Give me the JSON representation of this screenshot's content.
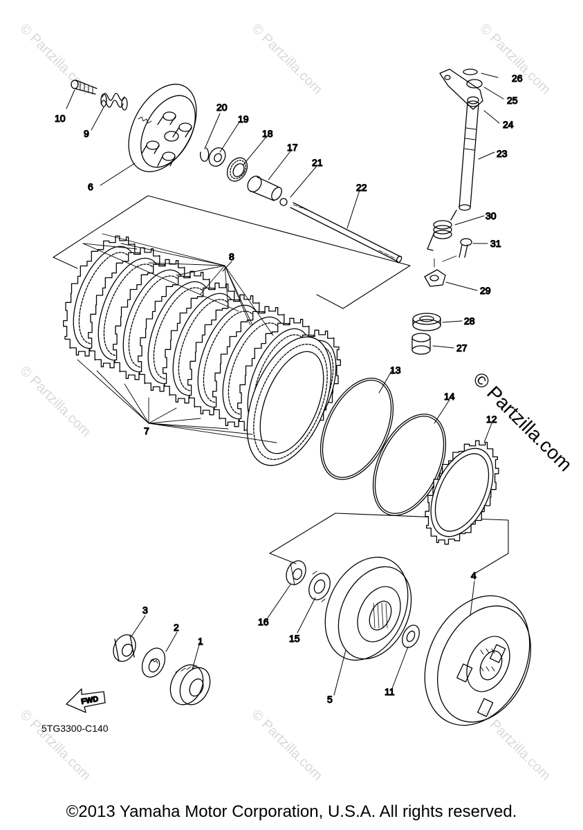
{
  "diagram": {
    "watermark": "© Partzilla.com",
    "side_watermark": "© Partzilla.com",
    "diagram_code": "5TG3300-C140",
    "fwd_label": "FWD",
    "copyright": "©2013 Yamaha Motor Corporation, U.S.A. All rights reserved.",
    "callouts": [
      "1",
      "2",
      "3",
      "4",
      "5",
      "6",
      "7",
      "8",
      "9",
      "10",
      "11",
      "12",
      "13",
      "14",
      "15",
      "16",
      "17",
      "18",
      "19",
      "20",
      "21",
      "22",
      "23",
      "24",
      "25",
      "26",
      "27",
      "28",
      "29",
      "30",
      "31"
    ]
  },
  "colors": {
    "line": "#000000",
    "watermark": "#d9d9d9",
    "background": "#ffffff"
  }
}
